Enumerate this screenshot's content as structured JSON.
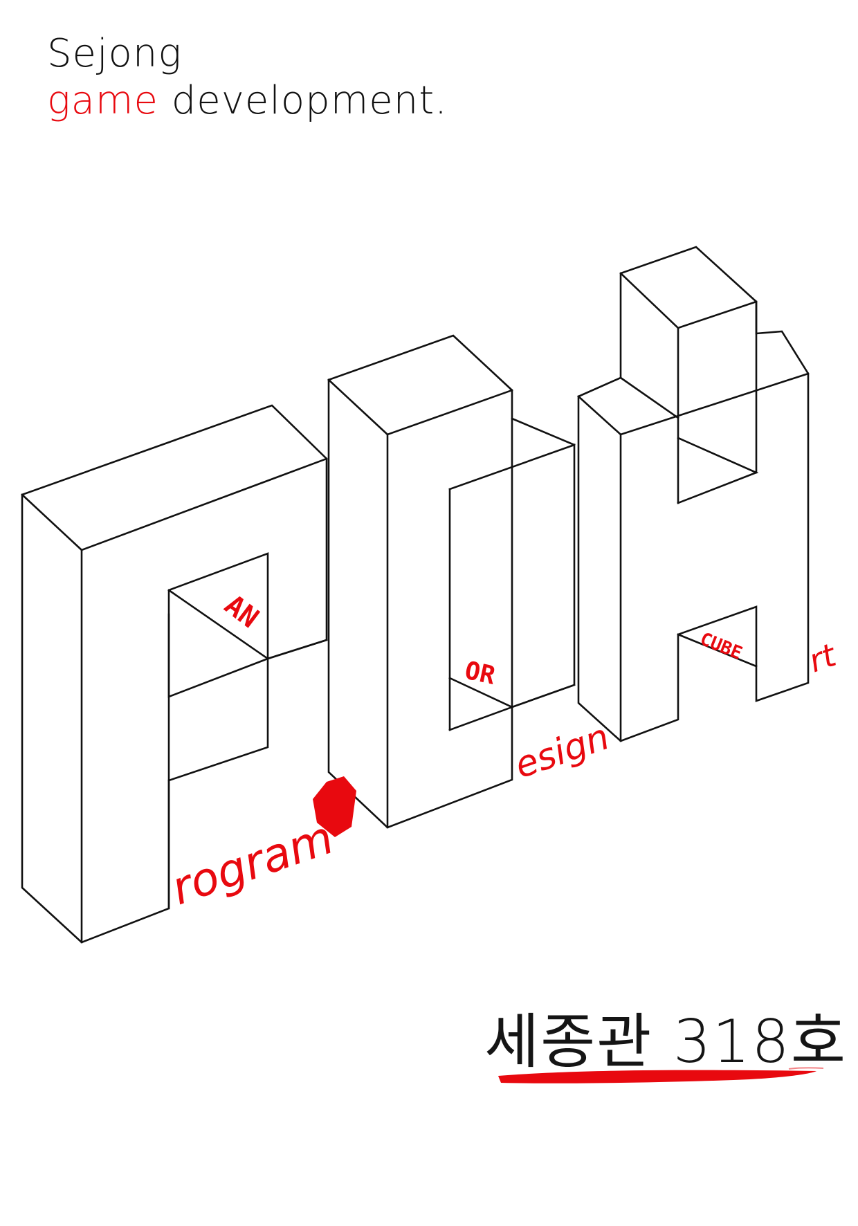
{
  "header": {
    "line1": "Sejong",
    "line2_accent": "game",
    "line2_rest": "development."
  },
  "logo": {
    "letters": [
      "P",
      "D",
      "A"
    ],
    "labels": {
      "program": "rogram",
      "design": "esign",
      "art": "rt",
      "pan": "AN",
      "dor": "OR",
      "cube": "CUBE"
    },
    "hexagon_color": "#e8090f"
  },
  "room": {
    "label": "세종관 318호"
  },
  "colors": {
    "accent": "#e8090f",
    "ink": "#111111",
    "background": "#ffffff"
  }
}
